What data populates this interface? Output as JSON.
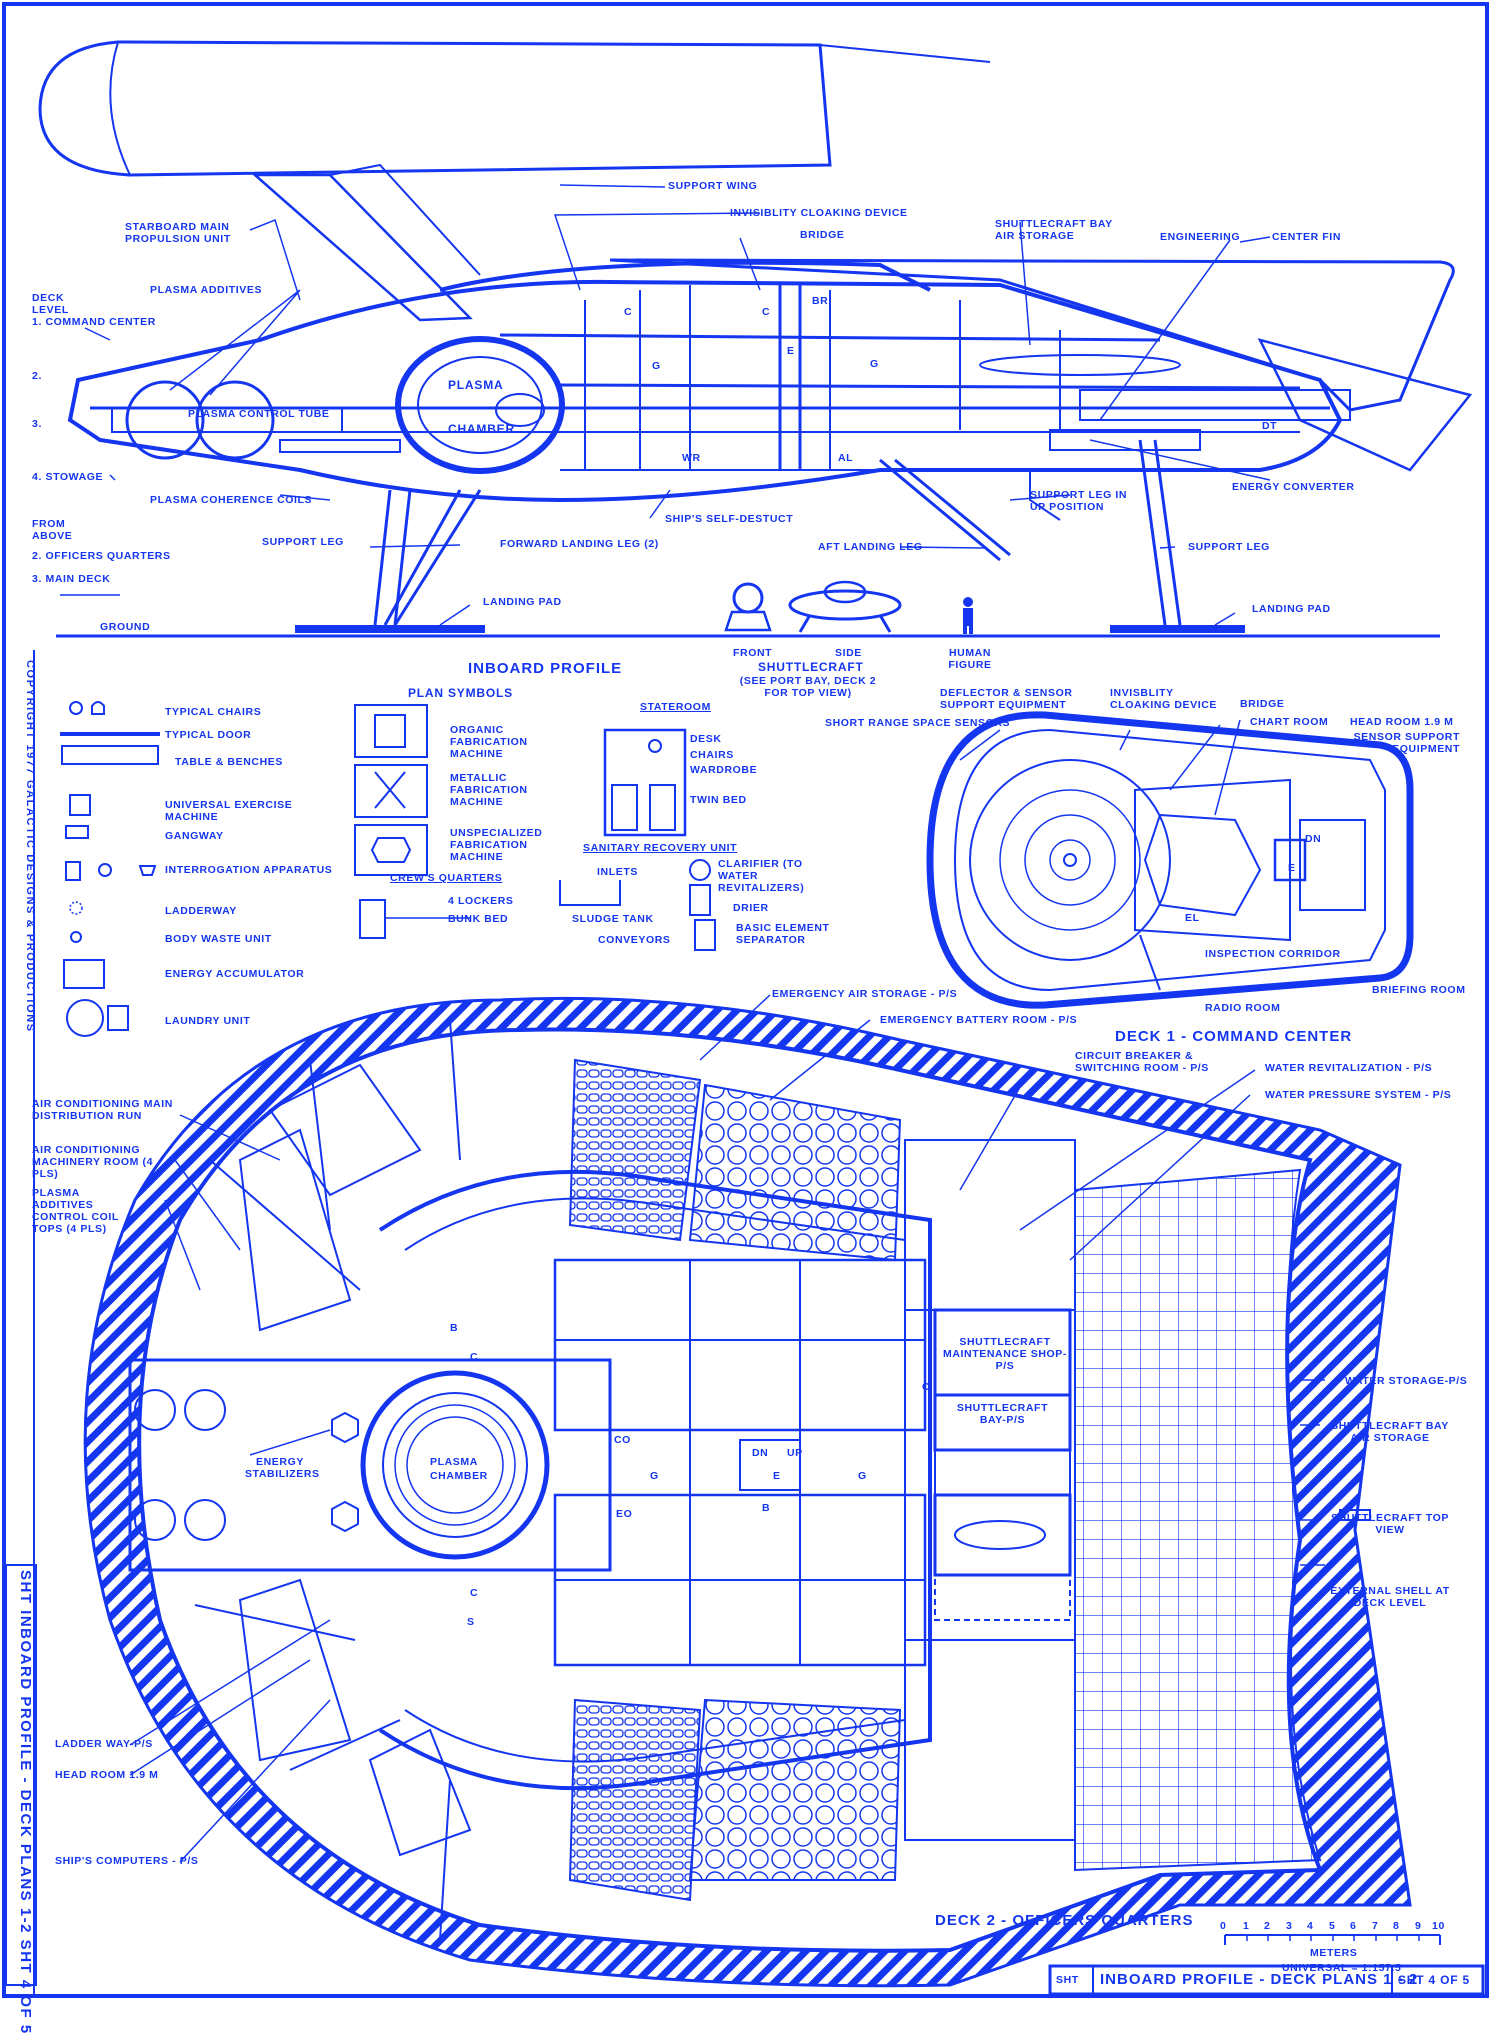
{
  "profile": {
    "title": "INBOARD PROFILE",
    "labels": {
      "support_wing": "SUPPORT WING",
      "cloaking": "INVISIBLITY CLOAKING DEVICE",
      "bridge": "BRIDGE",
      "shuttle_air": "SHUTTLECRAFT BAY AIR STORAGE",
      "engineering": "ENGINEERING",
      "center_fin": "CENTER FIN",
      "starboard": "STARBOARD MAIN PROPULSION UNIT",
      "plasma_additives": "PLASMA ADDITIVES",
      "deck_level": "DECK LEVEL",
      "command_center": "1. COMMAND CENTER",
      "deck2": "2.",
      "deck3": "3.",
      "stowage": "4. STOWAGE",
      "plasma_control": "PLASMA CONTROL TUBE",
      "plasma_chamber_a": "PLASMA",
      "plasma_chamber_b": "CHAMBER",
      "plasma_coherence": "PLASMA COHERENCE COILS",
      "from_above": "FROM ABOVE",
      "officers": "2. OFFICERS QUARTERS",
      "main_deck": "3. MAIN DECK",
      "support_leg": "SUPPORT LEG",
      "forward_leg": "FORWARD LANDING LEG (2)",
      "self_destruct": "SHIP'S SELF-DESTUCT",
      "aft_leg": "AFT LANDING LEG",
      "support_leg_r": "SUPPORT LEG",
      "support_leg_in": "SUPPORT LEG IN UP POSITION",
      "energy_converter": "ENERGY CONVERTER",
      "landing_pad": "LANDING PAD",
      "landing_pad_r": "LANDING PAD",
      "ground": "GROUND",
      "front": "FRONT",
      "side": "SIDE",
      "shuttlecraft": "SHUTTLECRAFT",
      "shuttle_note": "(SEE PORT BAY, DECK 2 FOR TOP VIEW)",
      "human": "HUMAN FIGURE",
      "c": "C",
      "br": "BR",
      "g": "G",
      "e": "E",
      "wr": "WR",
      "al": "AL",
      "dt": "DT"
    }
  },
  "symbols": {
    "title": "PLAN SYMBOLS",
    "typical_chairs": "TYPICAL CHAIRS",
    "typical_door": "TYPICAL DOOR",
    "table": "TABLE & BENCHES",
    "exercise": "UNIVERSAL EXERCISE MACHINE",
    "gangway": "GANGWAY",
    "interrogation": "INTERROGATION APPARATUS",
    "ladderway": "LADDERWAY",
    "body_waste": "BODY WASTE UNIT",
    "energy_acc": "ENERGY ACCUMULATOR",
    "laundry": "LAUNDRY UNIT",
    "organic": "ORGANIC FABRICATION MACHINE",
    "metallic": "METALLIC FABRICATION MACHINE",
    "unspecialized": "UNSPECIALIZED FABRICATION MACHINE",
    "crews_quarters": "CREW'S QUARTERS",
    "lockers": "4 LOCKERS",
    "bunk": "BUNK BED",
    "stateroom": "STATEROOM",
    "desk": "DESK",
    "chairs": "CHAIRS",
    "wardrobe": "WARDROBE",
    "twin_bed": "TWIN BED",
    "sanitary": "SANITARY RECOVERY UNIT",
    "inlets": "INLETS",
    "clarifier": "CLARIFIER (TO WATER REVITALIZERS)",
    "drier": "DRIER",
    "sludge": "SLUDGE TANK",
    "conveyors": "CONVEYORS",
    "basic_element": "BASIC ELEMENT SEPARATOR"
  },
  "deck1": {
    "title": "DECK 1 - COMMAND CENTER",
    "short_range": "SHORT RANGE SPACE SENSORS",
    "deflector": "DEFLECTOR & SENSOR SUPPORT EQUIPMENT",
    "cloaking": "INVISBLITY CLOAKING DEVICE",
    "bridge": "BRIDGE",
    "chart_room": "CHART ROOM",
    "head_room": "HEAD ROOM 1.9 M",
    "sensor_support": "SENSOR SUPPORT EQUIPMENT",
    "inspection": "INSPECTION CORRIDOR",
    "radio_room": "RADIO ROOM",
    "briefing": "BRIEFING ROOM",
    "dn": "DN",
    "e": "E",
    "el": "EL"
  },
  "deck2": {
    "title": "DECK 2 - OFFICERS QUARTERS",
    "emergency_air": "EMERGENCY AIR STORAGE - P/S",
    "emergency_battery": "EMERGENCY BATTERY ROOM - P/S",
    "circuit": "CIRCUIT BREAKER & SWITCHING ROOM - P/S",
    "water_revit": "WATER REVITALIZATION - P/S",
    "water_pressure": "WATER PRESSURE SYSTEM - P/S",
    "air_main": "AIR CONDITIONING MAIN DISTRIBUTION RUN",
    "air_machinery": "AIR CONDITIONING MACHINERY ROOM (4 PLS)",
    "plasma_coil": "PLASMA ADDITIVES CONTROL COIL TOPS (4 PLS)",
    "shuttle_maint": "SHUTTLECRAFT MAINTENANCE SHOP-P/S",
    "shuttle_bay": "SHUTTLECRAFT BAY-P/S",
    "water_storage": "WATER STORAGE-P/S",
    "shuttle_air": "SHUTTLECRAFT BAY AIR STORAGE",
    "shuttle_top": "SHUTTLECRAFT TOP VIEW",
    "external_shell": "EXTERNAL SHELL AT DECK LEVEL",
    "energy_stab": "ENERGY STABILIZERS",
    "plasma_a": "PLASMA",
    "plasma_b": "CHAMBER",
    "ladder": "LADDER WAY-P/S",
    "head_room": "HEAD ROOM 1.9 M",
    "computers": "SHIP'S COMPUTERS - P/S",
    "b": "B",
    "c": "C",
    "g": "G",
    "co": "CO",
    "eo": "EO",
    "dn": "DN",
    "up": "UP",
    "e": "E",
    "s": "S"
  },
  "scale": {
    "ticks": [
      "0",
      "1",
      "2",
      "3",
      "4",
      "5",
      "6",
      "7",
      "8",
      "9",
      "10"
    ],
    "unit": "METERS",
    "universal": "UNIVERSAL = 1:157.5"
  },
  "copyright": "COPYRIGHT 1977 GALACTIC DESIGNS & PRODUCTIONS",
  "side_title": "SHT INBOARD PROFILE - DECK PLANS 1-2 SHT 4 OF 5",
  "titleblock": {
    "sht": "SHT",
    "name": "INBOARD PROFILE - DECK PLANS  1 - 2",
    "sheet": "SHT 4 OF 5"
  },
  "colors": {
    "ink": "#1436f0",
    "paper": "#ffffff"
  }
}
